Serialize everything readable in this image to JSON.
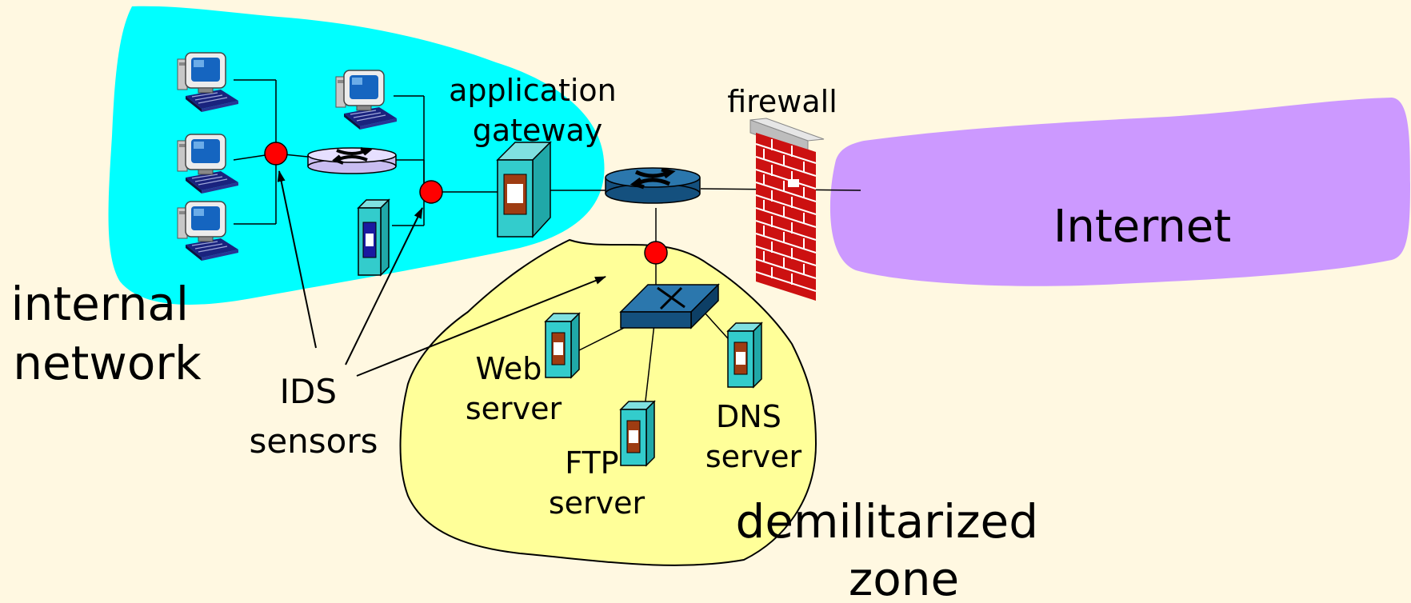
{
  "labels": {
    "internal_network_line1": "internal",
    "internal_network_line2": "network",
    "app_gateway_line1": "application",
    "app_gateway_line2": "gateway",
    "firewall": "firewall",
    "internet": "Internet",
    "ids_line1": "IDS",
    "ids_line2": "sensors",
    "web_line1": "Web",
    "web_line2": "server",
    "ftp_line1": "FTP",
    "ftp_line2": "server",
    "dns_line1": "DNS",
    "dns_line2": "server",
    "dmz_line1": "demilitarized",
    "dmz_line2": "zone"
  },
  "colors": {
    "background": "#fff8e1",
    "internal_network": "#00ffff",
    "internet": "#cc99ff",
    "dmz": "#ffff99",
    "ids_sensor": "#ff0000",
    "router": "#1d5c8c",
    "server_body": "#33cccc",
    "firewall_brick": "#cc1111"
  },
  "icons": [
    "desktop-computer-icon",
    "router-icon",
    "ethernet-switch-icon",
    "server-icon",
    "firewall-icon",
    "ids-sensor-icon"
  ]
}
